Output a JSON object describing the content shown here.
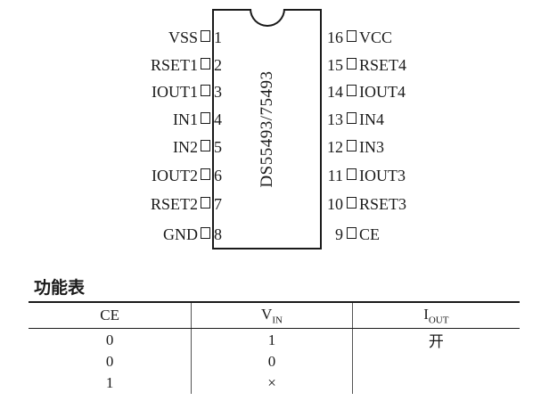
{
  "chip": {
    "part_number": "DS55493/75493",
    "left_pins": [
      {
        "num": "1",
        "name": "VSS"
      },
      {
        "num": "2",
        "name": "RSET1"
      },
      {
        "num": "3",
        "name": "IOUT1"
      },
      {
        "num": "4",
        "name": "IN1"
      },
      {
        "num": "5",
        "name": "IN2"
      },
      {
        "num": "6",
        "name": "IOUT2"
      },
      {
        "num": "7",
        "name": "RSET2"
      },
      {
        "num": "8",
        "name": "GND"
      }
    ],
    "right_pins": [
      {
        "num": "16",
        "name": "VCC"
      },
      {
        "num": "15",
        "name": "RSET4"
      },
      {
        "num": "14",
        "name": "IOUT4"
      },
      {
        "num": "13",
        "name": "IN4"
      },
      {
        "num": "12",
        "name": "IN3"
      },
      {
        "num": "11",
        "name": "IOUT3"
      },
      {
        "num": "10",
        "name": "RSET3"
      },
      {
        "num": "9",
        "name": "CE"
      }
    ]
  },
  "function_table": {
    "title": "功能表",
    "headers": {
      "ce": "CE",
      "vin_main": "V",
      "vin_sub": "IN",
      "iout_main": "I",
      "iout_sub": "OUT"
    },
    "rows": [
      {
        "ce": "0",
        "vin": "1",
        "iout": "开"
      },
      {
        "ce": "0",
        "vin": "0",
        "iout": ""
      },
      {
        "ce": "1",
        "vin": "×",
        "iout": ""
      }
    ]
  }
}
